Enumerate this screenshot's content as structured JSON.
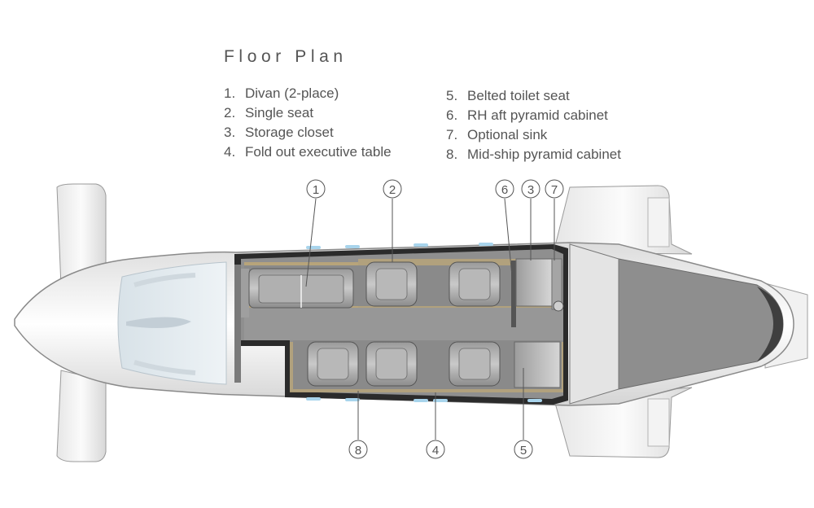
{
  "title": "Floor Plan",
  "legend_left": [
    {
      "num": "1.",
      "label": "Divan (2-place)"
    },
    {
      "num": "2.",
      "label": "Single seat"
    },
    {
      "num": "3.",
      "label": "Storage closet"
    },
    {
      "num": "4.",
      "label": "Fold out executive table"
    }
  ],
  "legend_right": [
    {
      "num": "5.",
      "label": "Belted toilet seat"
    },
    {
      "num": "6.",
      "label": "RH aft pyramid cabinet"
    },
    {
      "num": "7.",
      "label": "Optional sink"
    },
    {
      "num": "8.",
      "label": "Mid-ship pyramid cabinet"
    }
  ],
  "callouts": {
    "c1": "1",
    "c2": "2",
    "c3": "3",
    "c4": "4",
    "c5": "5",
    "c6": "6",
    "c7": "7",
    "c8": "8"
  },
  "colors": {
    "fuselage": "#f2f2f2",
    "cabin_floor": "#8f8f8f",
    "cabinet_trim": "#b7a47a",
    "window": "#a8d4ec",
    "tail_dark": "#3f3f3f"
  }
}
